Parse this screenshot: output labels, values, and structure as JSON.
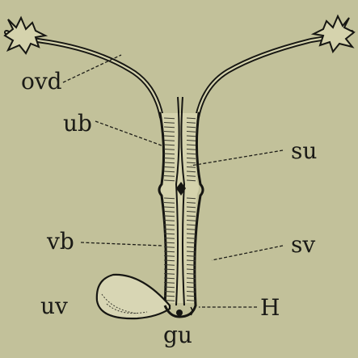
{
  "labels": {
    "ovd": "ovd",
    "ub": "ub",
    "su": "su",
    "vb": "vb",
    "sv": "sv",
    "uv": "uv",
    "H": "H",
    "gu": "gu"
  },
  "colors": {
    "background": "#c2c19a",
    "line": "#161612",
    "label": "#1a1a16"
  }
}
